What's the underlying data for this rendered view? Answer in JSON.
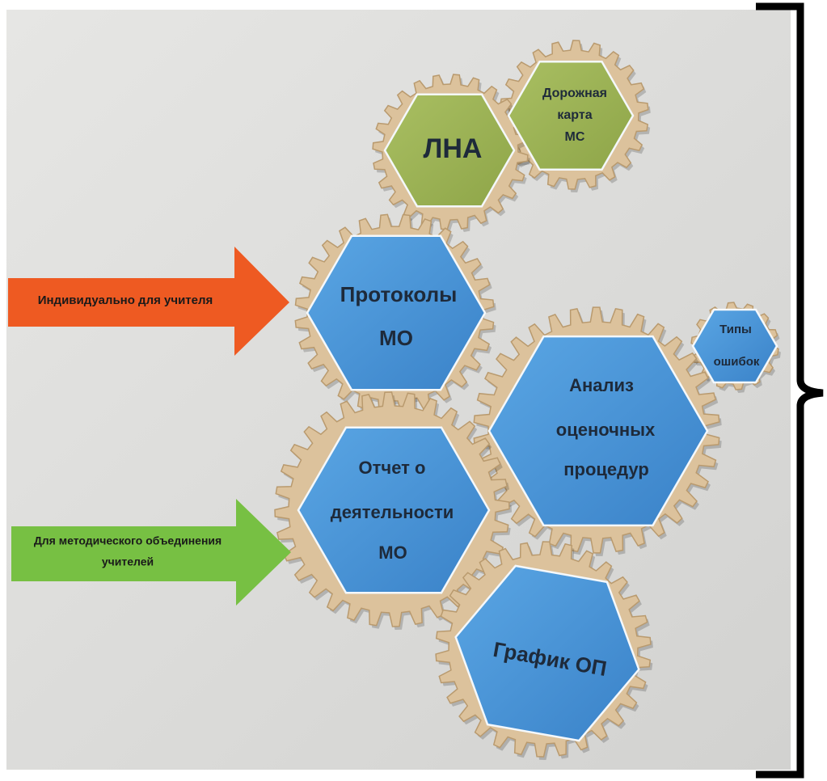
{
  "photo": {
    "surface_color": "#e2e2e0",
    "gear_wood_color": "#dcc29c",
    "hex_blue_color": "#3f8fd6",
    "hex_green_color": "#9bb355",
    "arrow_orange_color": "#ee5a22",
    "arrow_green_color": "#77c043",
    "bracket_color": "#000000"
  },
  "arrows": {
    "individual_label": "Индивидуально для учителя",
    "methodical_label_line1": "Для методического объединения",
    "methodical_label_line2": "учителей"
  },
  "hexes": {
    "lna": {
      "line1": "ЛНА"
    },
    "roadmap": {
      "line1": "Дорожная",
      "line2": "карта",
      "line3": "МС"
    },
    "protocols": {
      "line1": "Протоколы",
      "line2": "МО"
    },
    "error_types": {
      "line1": "Типы",
      "line2": "ошибок"
    },
    "analysis": {
      "line1": "Анализ",
      "line2": "оценочных",
      "line3": "процедур"
    },
    "report": {
      "line1": "Отчет о",
      "line2": "деятельности",
      "line3": "МО"
    },
    "schedule": {
      "line1": "График ОП"
    }
  },
  "icons": {
    "gear": "gear-icon",
    "arrow": "arrow-right-icon",
    "bracket": "curly-brace-right-icon"
  }
}
